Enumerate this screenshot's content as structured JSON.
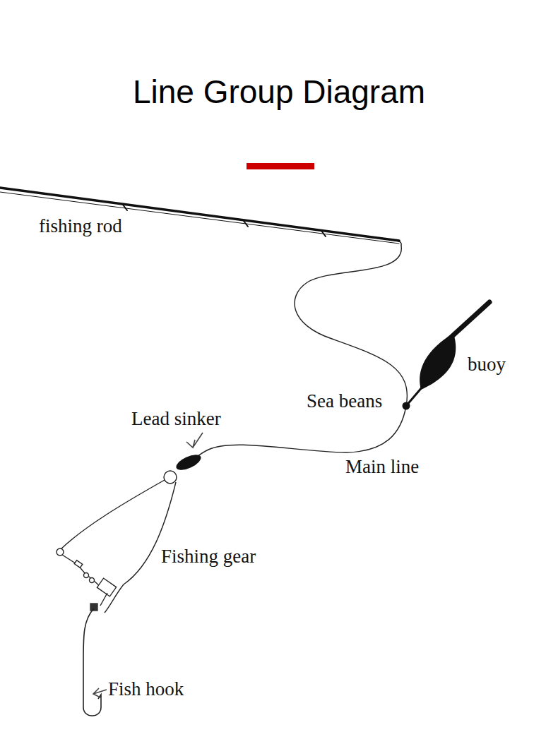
{
  "diagram": {
    "title": "Line Group Diagram",
    "labels": [
      "fishing rod",
      "buoy",
      "Sea beans",
      "Lead sinker",
      "Main line",
      "Fishing gear",
      "Fish hook"
    ]
  }
}
